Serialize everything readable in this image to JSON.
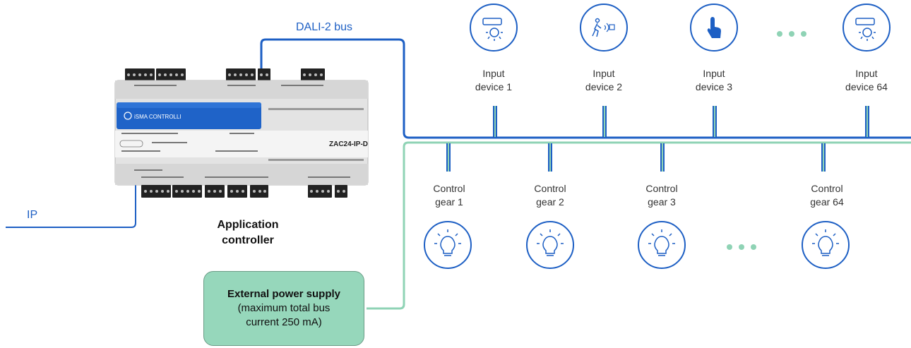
{
  "bus_label": "DALI-2 bus",
  "ip_label": "IP",
  "controller": {
    "title": [
      "Application",
      "controller"
    ],
    "brand": "iSMA CONTROLLI",
    "model": "ZAC24-IP-D"
  },
  "power_supply": {
    "title": "External power supply",
    "note": [
      "(maximum total bus",
      "current 250 mA)"
    ]
  },
  "input_devices": [
    {
      "label": [
        "Input",
        "device 1"
      ],
      "icon": "sensor-icon"
    },
    {
      "label": [
        "Input",
        "device 2"
      ],
      "icon": "motion-sensor-icon"
    },
    {
      "label": [
        "Input",
        "device 3"
      ],
      "icon": "touch-button-icon"
    },
    {
      "label": [
        "Input",
        "device 64"
      ],
      "icon": "sensor-icon"
    }
  ],
  "control_gears": [
    {
      "label": [
        "Control",
        "gear 1"
      ],
      "icon": "light-bulb-icon"
    },
    {
      "label": [
        "Control",
        "gear 2"
      ],
      "icon": "light-bulb-icon"
    },
    {
      "label": [
        "Control",
        "gear 3"
      ],
      "icon": "light-bulb-icon"
    },
    {
      "label": [
        "Control",
        "gear 64"
      ],
      "icon": "light-bulb-icon"
    }
  ],
  "colors": {
    "bus": "#1d5fc4",
    "power": "#8fd3b5",
    "icon": "#1d5fc4",
    "psu_fill": "#96d7bb"
  }
}
